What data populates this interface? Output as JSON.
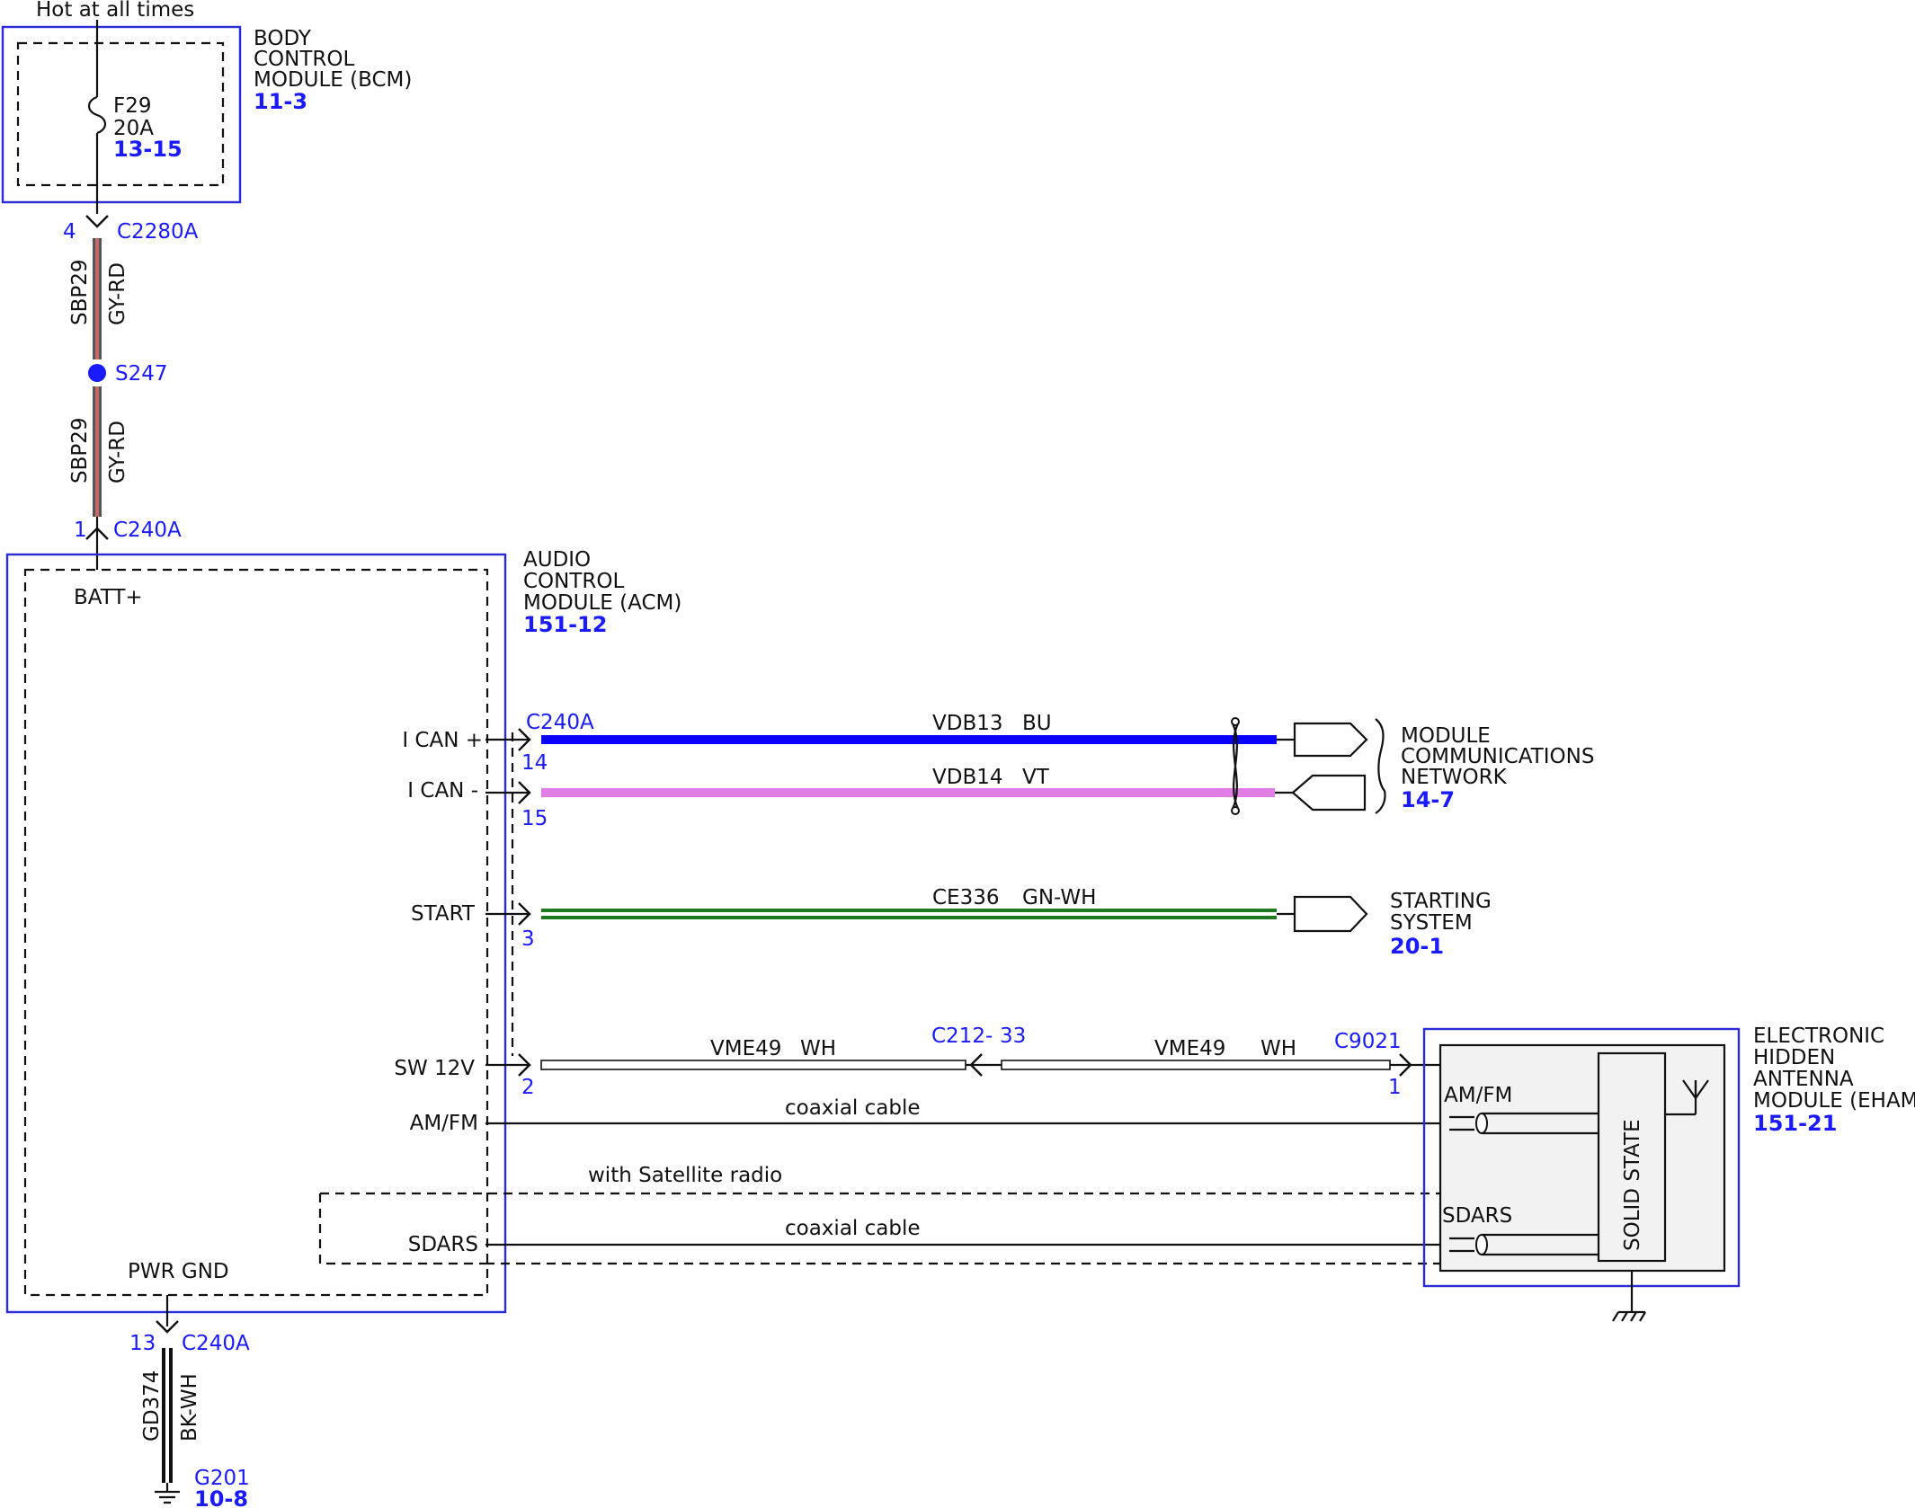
{
  "top_note": "Hot at all times",
  "colors": {
    "blue_wire": "#0a00ff",
    "violet_wire": "#e07ee6",
    "green_wire": "#1e7a1e",
    "grey_red_wire": "#c46a6a",
    "label_blue": "#1a1aff",
    "module_fill": "#f2f2f2"
  },
  "bcm": {
    "name_lines": [
      "BODY",
      "CONTROL",
      "MODULE (BCM)"
    ],
    "ref": "11-3",
    "fuse": {
      "id": "F29",
      "rating": "20A",
      "ref": "13-15"
    },
    "connector": {
      "pin": "4",
      "id": "C2280A"
    }
  },
  "feed_wire": {
    "circuit": "SBP29",
    "color": "GY-RD"
  },
  "splice": "S247",
  "acm": {
    "name_lines": [
      "AUDIO",
      "CONTROL",
      "MODULE (ACM)"
    ],
    "ref": "151-12",
    "batt_connector": {
      "pin": "1",
      "id": "C240A"
    },
    "pins": {
      "batt": "BATT+",
      "ican_plus": "I CAN +",
      "ican_minus": "I CAN -",
      "start": "START",
      "sw12v": "SW 12V",
      "amfm": "AM/FM",
      "sdars": "SDARS",
      "pwr_gnd": "PWR GND"
    },
    "can_connector": "C240A",
    "pin_numbers": {
      "ican_plus": "14",
      "ican_minus": "15",
      "start": "3",
      "sw12v": "2"
    }
  },
  "wires": {
    "can_high": {
      "circuit": "VDB13",
      "color": "BU"
    },
    "can_low": {
      "circuit": "VDB14",
      "color": "VT"
    },
    "start": {
      "circuit": "CE336",
      "color": "GN-WH"
    },
    "sw_left": {
      "circuit": "VME49",
      "color": "WH"
    },
    "sw_right": {
      "circuit": "VME49",
      "color": "WH"
    }
  },
  "inline_connector": {
    "id": "C212-",
    "pin": "33"
  },
  "eham_connector": {
    "id": "C9021",
    "pin": "1"
  },
  "coax": {
    "amfm": "coaxial cable",
    "sdars": "coaxial cable"
  },
  "satellite_note": "with Satellite radio",
  "network": {
    "name_lines": [
      "MODULE",
      "COMMUNICATIONS",
      "NETWORK"
    ],
    "ref": "14-7"
  },
  "starting": {
    "name_lines": [
      "STARTING",
      "SYSTEM"
    ],
    "ref": "20-1"
  },
  "eham": {
    "name_lines": [
      "ELECTRONIC",
      "HIDDEN",
      "ANTENNA",
      "MODULE (EHAM)"
    ],
    "ref": "151-21",
    "amfm": "AM/FM",
    "sdars": "SDARS",
    "solid_state": "SOLID STATE"
  },
  "ground_connector": {
    "pin": "13",
    "id": "C240A"
  },
  "ground_wire": {
    "circuit": "GD374",
    "color": "BK-WH"
  },
  "ground": {
    "id": "G201",
    "ref": "10-8"
  }
}
